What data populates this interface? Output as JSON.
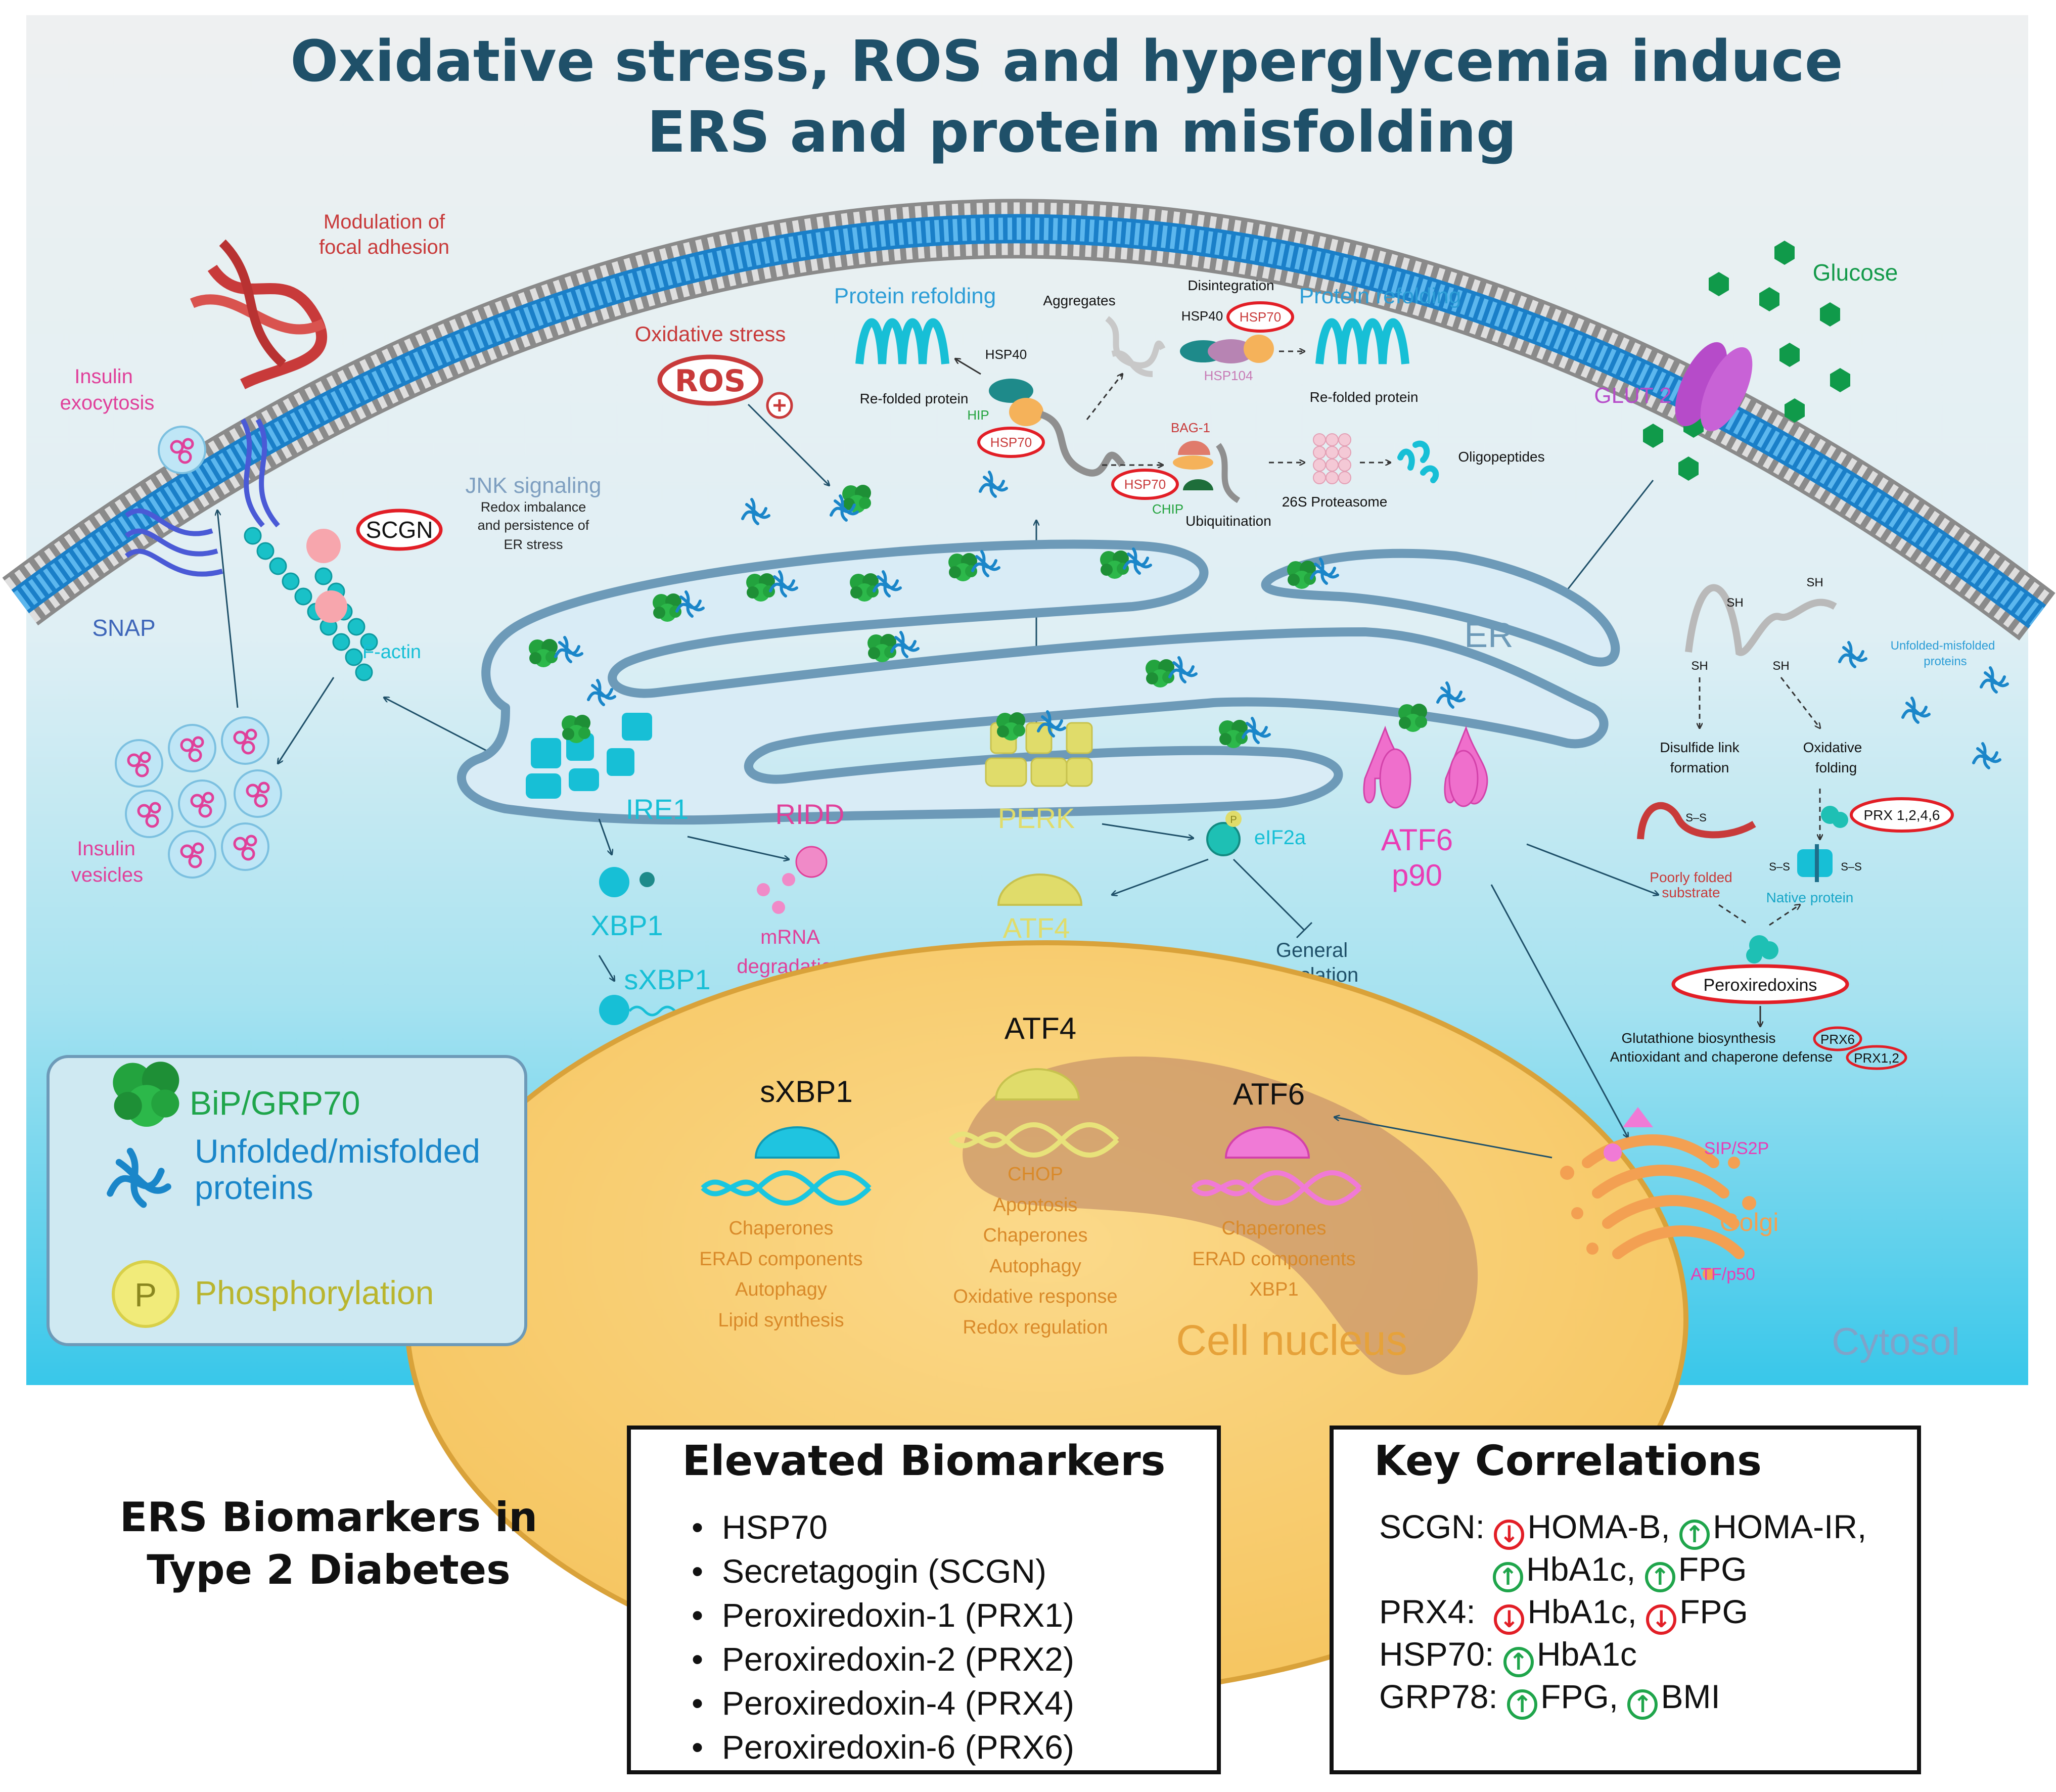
{
  "title_line1": "Oxidative stress, ROS and hyperglycemia induce",
  "title_line2": "ERS and protein misfolding",
  "labels": {
    "focal_adhesion_1": "Modulation of",
    "focal_adhesion_2": "focal adhesion",
    "insulin_exo_1": "Insulin",
    "insulin_exo_2": "exocytosis",
    "snap": "SNAP",
    "scgn": "SCGN",
    "factin": "F-actin",
    "insulin_ves_1": "Insulin",
    "insulin_ves_2": "vesicles",
    "jnk": "JNK signaling",
    "jnk_sub1": "Redox imbalance",
    "jnk_sub2": "and persistence of",
    "jnk_sub3": "ER stress",
    "oxidative_stress": "Oxidative stress",
    "ros": "ROS",
    "protein_refolding_left": "Protein refolding",
    "protein_refolding_right": "Protein refolding",
    "aggregates": "Aggregates",
    "disintegration": "Disintegration",
    "hsp40_a": "HSP40",
    "hsp40_b": "HSP40",
    "hsp70_a": "HSP70",
    "hsp70_b": "HSP70",
    "hsp70_c": "HSP70",
    "hsp104": "HSP104",
    "hip": "HIP",
    "refolded_left": "Re-folded protein",
    "refolded_right": "Re-folded protein",
    "bag1": "BAG-1",
    "chip": "CHIP",
    "ubiquitination": "Ubiquitination",
    "proteasome": "26S Proteasome",
    "oligopeptides": "Oligopeptides",
    "glucose": "Glucose",
    "glut2": "GLUT 2",
    "er": "ER",
    "sh1": "SH",
    "sh2": "SH",
    "sh3": "SH",
    "sh4": "SH",
    "disulfide_1": "Disulfide link",
    "disulfide_2": "formation",
    "oxid_fold_1": "Oxidative",
    "oxid_fold_2": "folding",
    "unfolded_small_1": "Unfolded-misfolded",
    "unfolded_small_2": "proteins",
    "prx1246": "PRX 1,2,4,6",
    "ss1": "S–S",
    "ss2": "S–S",
    "ss3": "S–S",
    "poorly_1": "Poorly folded",
    "poorly_2": "substrate",
    "native": "Native protein",
    "peroxiredoxins": "Peroxiredoxins",
    "glutathione": "Glutathione biosynthesis",
    "prx6": "PRX6",
    "antioxidant": "Antioxidant and chaperone defense",
    "prx12": "PRX1,2",
    "ire1": "IRE1",
    "ridd": "RIDD",
    "perk": "PERK",
    "eif2a": "eIF2a",
    "atf6_p90_1": "ATF6",
    "atf6_p90_2": "p90",
    "xbp1": "XBP1",
    "sxbp1": "sXBP1",
    "mrna_1": "mRNA",
    "mrna_2": "degradation",
    "atf4_cyto": "ATF4",
    "general_1": "General",
    "general_2": "translation",
    "nuc_sxbp1": "sXBP1",
    "nuc_atf4": "ATF4",
    "nuc_atf6": "ATF6",
    "sxbp1_targets": [
      "Chaperones",
      "ERAD components",
      "Autophagy",
      "Lipid synthesis"
    ],
    "atf4_targets": [
      "CHOP",
      "Apoptosis",
      "Chaperones",
      "Autophagy",
      "Oxidative response",
      "Redox regulation"
    ],
    "atf6_targets": [
      "Chaperones",
      "ERAD components",
      "XBP1"
    ],
    "cell_nucleus": "Cell nucleus",
    "cytosol": "Cytosol",
    "sip_s2p": "SIP/S2P",
    "golgi": "Golgi",
    "atf_p50": "ATF/p50",
    "p_symbol": "P"
  },
  "legend": {
    "bip": "BiP/GRP70",
    "unfolded_1": "Unfolded/misfolded",
    "unfolded_2": "proteins",
    "phos": "Phosphorylation",
    "p": "P"
  },
  "side_title": "ERS Biomarkers in Type 2 Diabetes",
  "biomarkers": {
    "title": "Elevated Biomarkers",
    "items": [
      "HSP70",
      "Secretagogin (SCGN)",
      "Peroxiredoxin-1 (PRX1)",
      "Peroxiredoxin-2 (PRX2)",
      "Peroxiredoxin-4 (PRX4)",
      "Peroxiredoxin-6 (PRX6)"
    ]
  },
  "correlations": {
    "title": "Key Correlations",
    "scgn_label": "SCGN:",
    "scgn_1": "HOMA-B,",
    "scgn_2": "HOMA-IR,",
    "scgn_3": "HbA1c,",
    "scgn_4": "FPG",
    "prx4_label": "PRX4:",
    "prx4_1": "HbA1c,",
    "prx4_2": "FPG",
    "hsp70_label": "HSP70:",
    "hsp70_1": "HbA1c",
    "grp78_label": "GRP78:",
    "grp78_1": "FPG,",
    "grp78_2": "BMI",
    "up_glyph": "↑",
    "down_glyph": "↓"
  },
  "colors": {
    "title": "#1f5069",
    "ire1": "#17bfd6",
    "ridd": "#e0409a",
    "perk": "#e0dc6a",
    "atf6": "#e93db5",
    "bip": "#23a33e",
    "unfolded": "#1a86c9",
    "er_fill": "#d9ecf6",
    "er_stroke": "#6d9ab8",
    "nucleus": "#f7c96b",
    "up": "#1fa54b",
    "down": "#e21e26",
    "red_label": "#d23a3a"
  }
}
